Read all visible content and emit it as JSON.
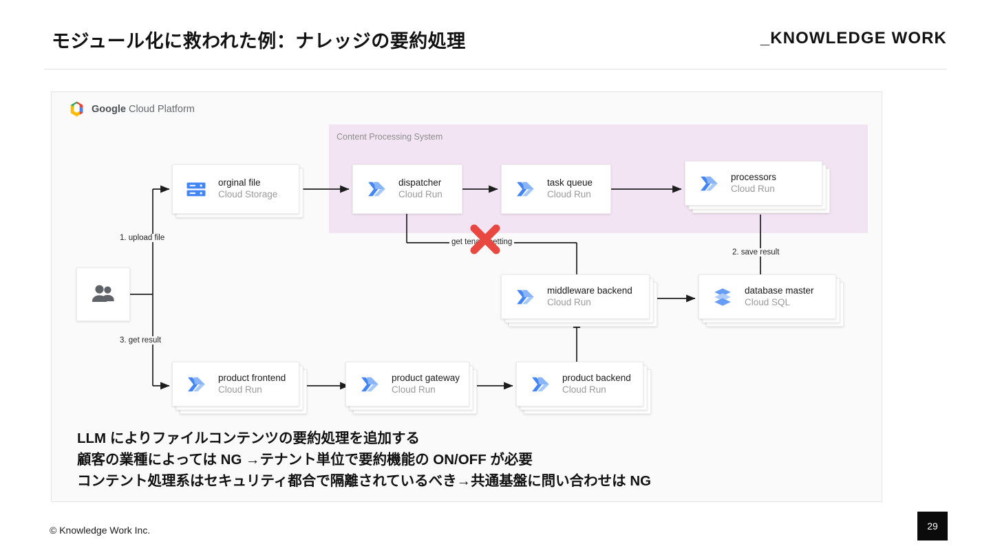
{
  "header": {
    "title": "モジュール化に救われた例：ナレッジの要約処理",
    "brand": "_KNOWLEDGE WORK"
  },
  "diagram": {
    "platform_logo_icon": "google-cloud-platform-hexagon-icon",
    "platform_brand": "Google",
    "platform_name": " Cloud Platform",
    "region": {
      "label": "Content Processing System",
      "color": "#f3e4f4"
    },
    "nodes": [
      {
        "id": "users",
        "title": "",
        "sub": "",
        "icon": "users-icon"
      },
      {
        "id": "original-file",
        "title": "orginal file",
        "sub": "Cloud Storage",
        "icon": "cloud-storage-icon"
      },
      {
        "id": "dispatcher",
        "title": "dispatcher",
        "sub": "Cloud Run",
        "icon": "cloud-run-icon"
      },
      {
        "id": "task-queue",
        "title": "task queue",
        "sub": "Cloud Run",
        "icon": "cloud-run-icon"
      },
      {
        "id": "processors",
        "title": "processors",
        "sub": "Cloud Run",
        "icon": "cloud-run-icon"
      },
      {
        "id": "middleware-backend",
        "title": "middleware backend",
        "sub": "Cloud Run",
        "icon": "cloud-run-icon"
      },
      {
        "id": "database-master",
        "title": "database master",
        "sub": "Cloud SQL",
        "icon": "cloud-sql-icon"
      },
      {
        "id": "product-frontend",
        "title": "product frontend",
        "sub": "Cloud Run",
        "icon": "cloud-run-icon"
      },
      {
        "id": "product-gateway",
        "title": "product gateway",
        "sub": "Cloud Run",
        "icon": "cloud-run-icon"
      },
      {
        "id": "product-backend",
        "title": "product backend",
        "sub": "Cloud Run",
        "icon": "cloud-run-icon"
      }
    ],
    "edge_labels": {
      "upload_file": "1. upload file",
      "save_result": "2. save result",
      "get_result": "3. get result",
      "get_tenant_setting": "get tenant setting"
    },
    "blocked_mark": {
      "icon": "red-cross-blocked-icon",
      "color": "#e8483f"
    }
  },
  "summary": {
    "line1": "LLM によりファイルコンテンツの要約処理を追加する",
    "line2": "顧客の業種によっては NG →テナント単位で要約機能の ON/OFF が必要",
    "line3": "コンテント処理系はセキュリティ都合で隔離されているべき→共通基盤に問い合わせは NG"
  },
  "footer": {
    "copyright": "© Knowledge Work Inc.",
    "page_number": "29"
  }
}
